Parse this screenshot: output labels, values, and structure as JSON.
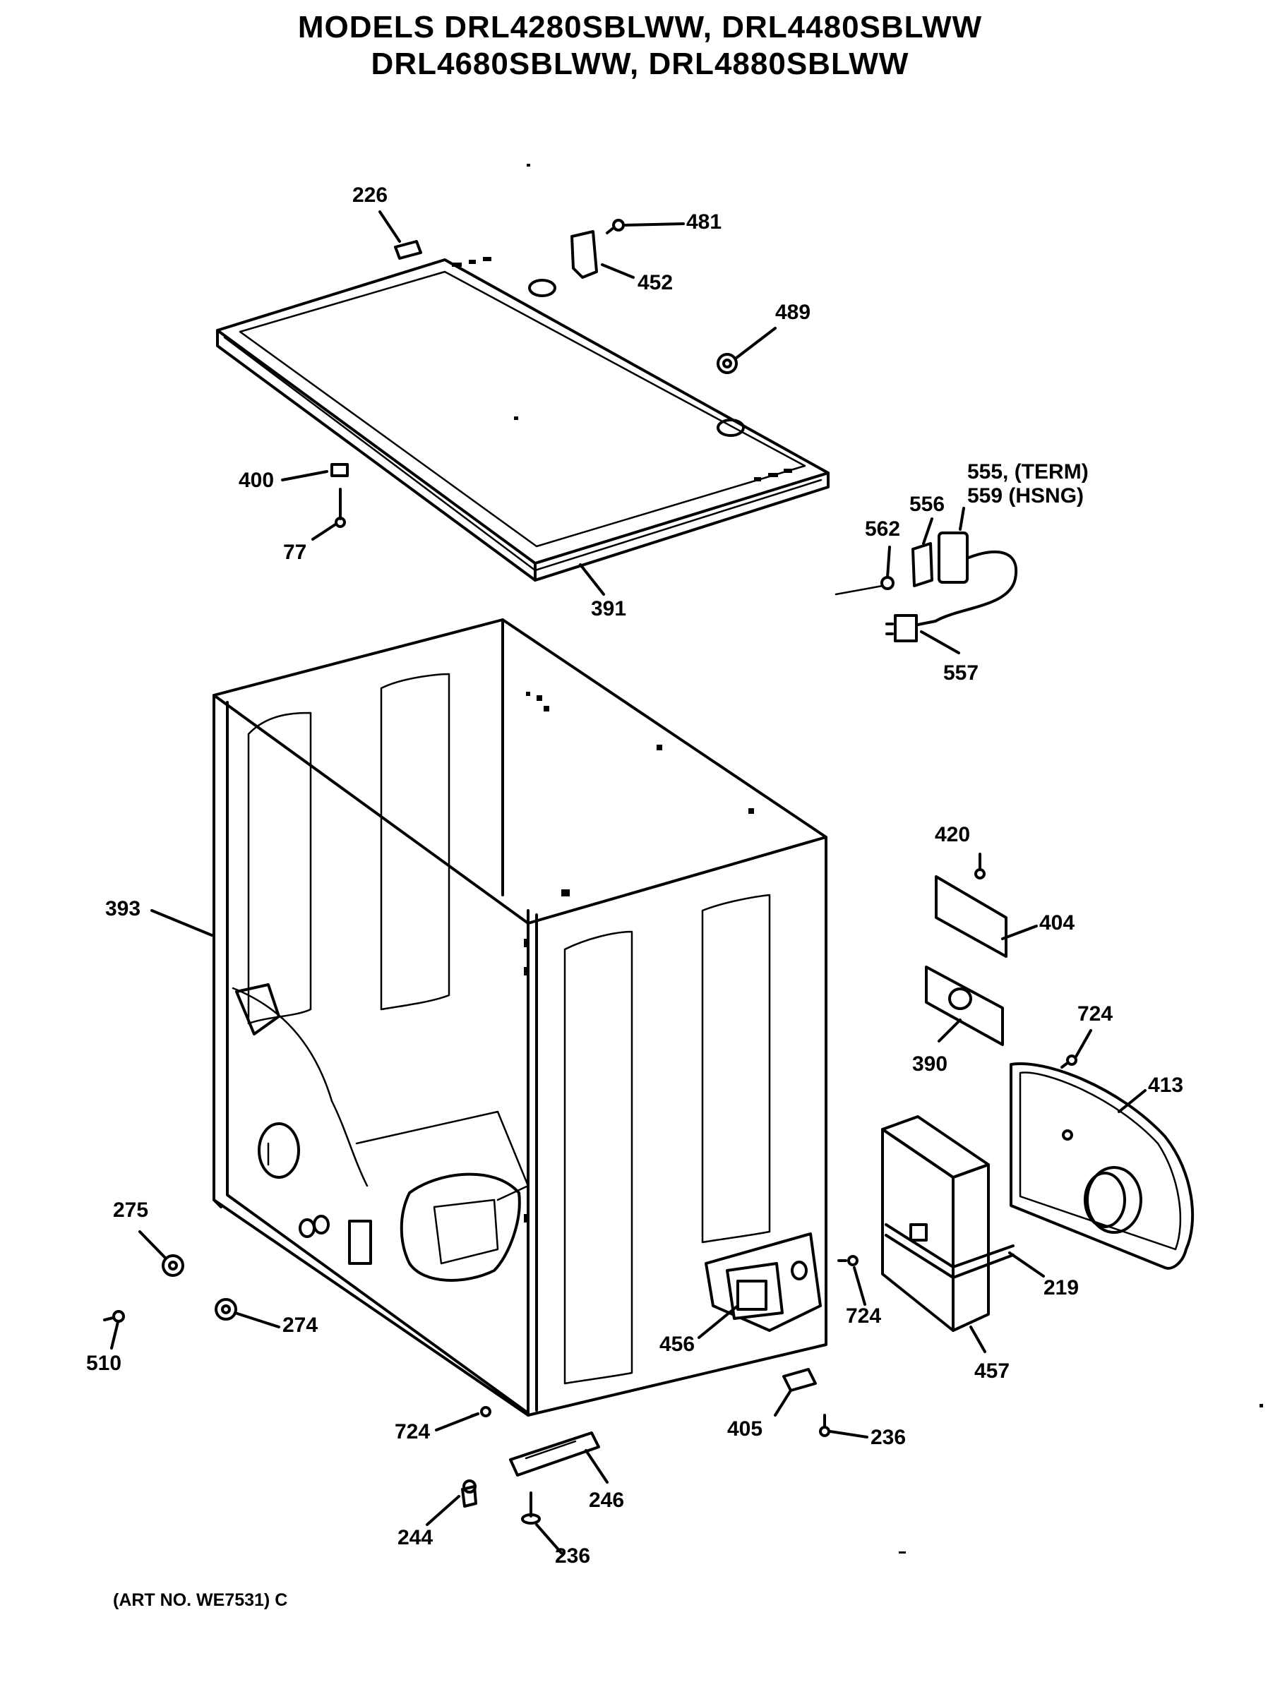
{
  "header": {
    "title_line1": "MODELS DRL4280SBLWW, DRL4480SBLWW",
    "title_line2": "DRL4680SBLWW, DRL4880SBLWW"
  },
  "parts": {
    "p226": "226",
    "p481": "481",
    "p452": "452",
    "p489": "489",
    "p400": "400",
    "p77": "77",
    "p391": "391",
    "p555": "555, (TERM)",
    "p559": "559  (HSNG)",
    "p556": "556",
    "p562": "562",
    "p557": "557",
    "p420": "420",
    "p404": "404",
    "p393": "393",
    "p390": "390",
    "p724_a": "724",
    "p413": "413",
    "p275": "275",
    "p219": "219",
    "p724_b": "724",
    "p456": "456",
    "p457": "457",
    "p510": "510",
    "p274": "274",
    "p405": "405",
    "p724_c": "724",
    "p236_a": "236",
    "p246": "246",
    "p244": "244",
    "p236_b": "236"
  },
  "footer": {
    "art_number": "(ART NO. WE7531) C"
  }
}
